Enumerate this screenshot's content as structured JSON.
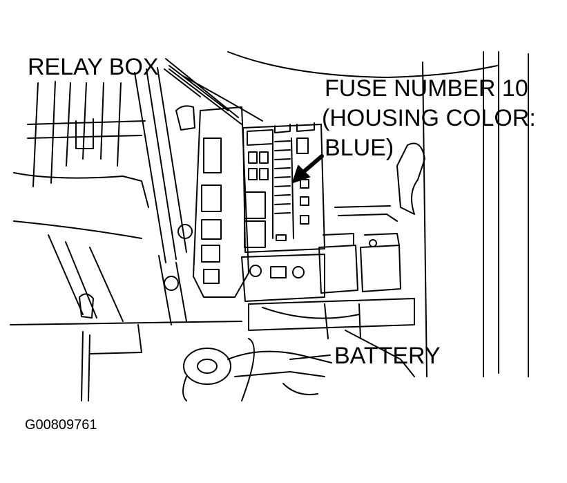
{
  "labels": {
    "relay_box": "RELAY BOX",
    "fuse_line1": "FUSE NUMBER 10",
    "fuse_line2": "(HOUSING COLOR:",
    "fuse_line3": "BLUE)",
    "battery": "BATTERY",
    "figure_code": "G00809761"
  },
  "colors": {
    "ink": "#000000",
    "paper": "#ffffff"
  }
}
